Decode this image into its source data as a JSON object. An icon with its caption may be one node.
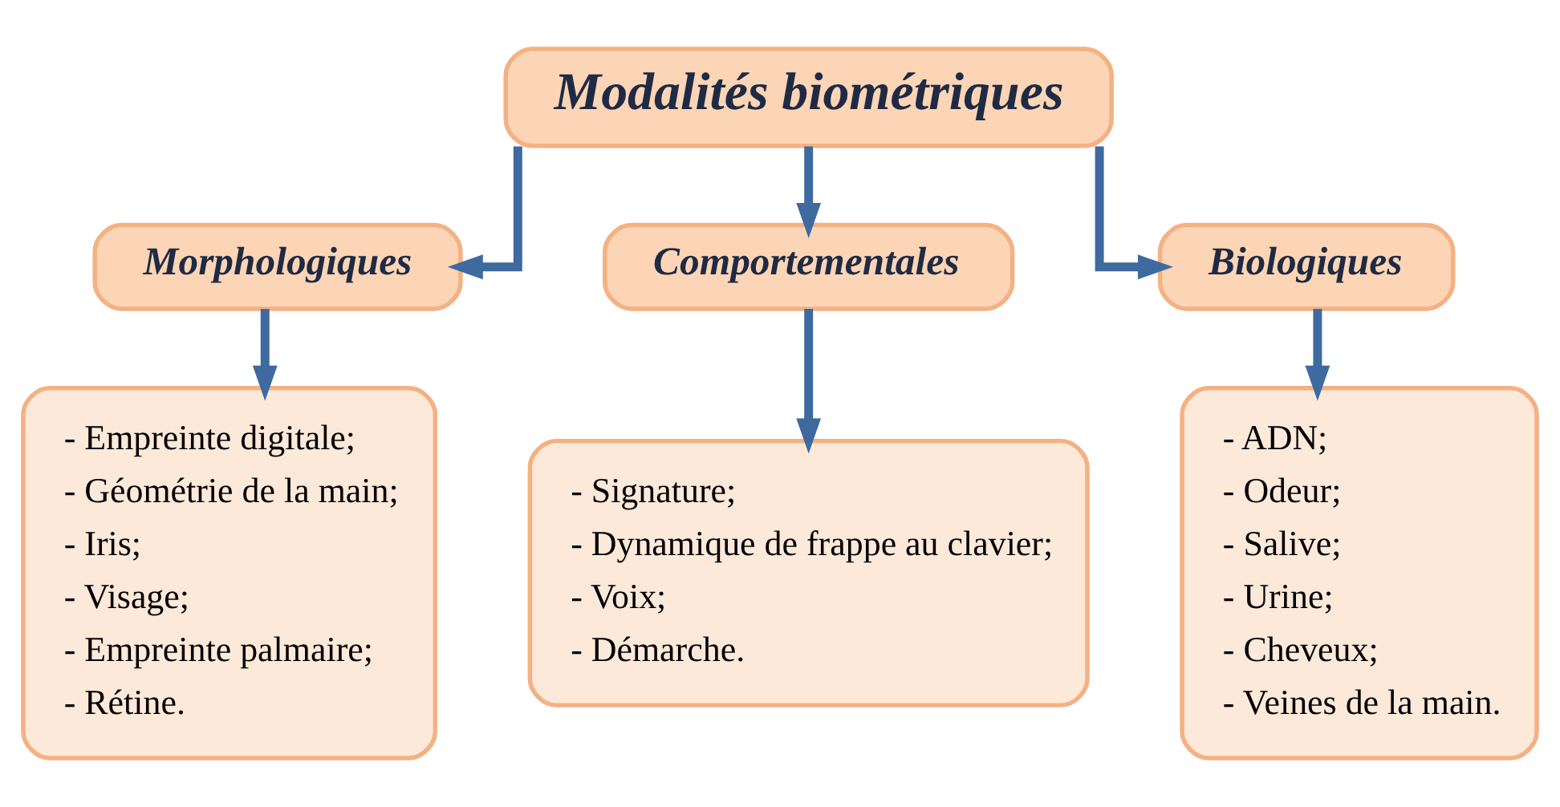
{
  "diagram": {
    "nodes": [
      {
        "text": [
          "Modalités biométriques"
        ]
      },
      {
        "text": [
          "Morphologiques"
        ]
      },
      {
        "text": [
          "Comportementales"
        ]
      },
      {
        "text": [
          "Biologiques"
        ]
      },
      {
        "text": [
          "- Empreinte digitale;",
          "- Géométrie de la main;",
          "- Iris;",
          "- Visage;",
          "- Empreinte palmaire;",
          "- Rétine."
        ]
      },
      {
        "text": [
          "- Signature;",
          "- Dynamique de frappe au clavier;",
          "- Voix;",
          "- Démarche."
        ]
      },
      {
        "text": [
          "- ADN;",
          "- Odeur;",
          "- Salive;",
          "- Urine;",
          "- Cheveux;",
          "- Veines de la main."
        ]
      }
    ],
    "edges": [
      {
        "from": 0,
        "to": 1,
        "arrow": "to"
      },
      {
        "from": 0,
        "to": 2,
        "arrow": "to"
      },
      {
        "from": 0,
        "to": 3,
        "arrow": "to"
      },
      {
        "from": 1,
        "to": 4,
        "arrow": "to"
      },
      {
        "from": 2,
        "to": 5,
        "arrow": "to"
      },
      {
        "from": 3,
        "to": 6,
        "arrow": "to"
      }
    ]
  }
}
